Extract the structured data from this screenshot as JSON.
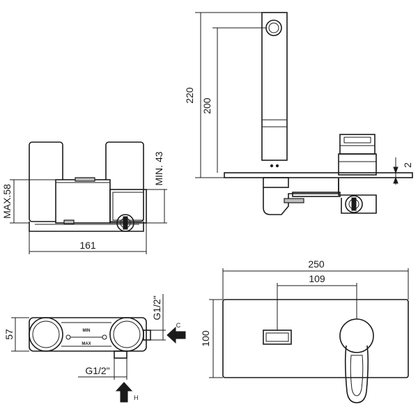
{
  "dimensions": {
    "height_total": "220",
    "height_spout": "200",
    "plate_thickness": "2",
    "max_depth": "MAX.58",
    "min_depth": "MIN. 43",
    "body_width": "161",
    "plate_width": "250",
    "axis_distance": "109",
    "plate_height": "100",
    "body_height": "57",
    "thread_side": "G1/2\"",
    "thread_bottom": "G1/2\""
  },
  "labels": {
    "selector_min": "MIN",
    "selector_max": "MAX",
    "inlet_c": "C",
    "inlet_h": "H"
  }
}
